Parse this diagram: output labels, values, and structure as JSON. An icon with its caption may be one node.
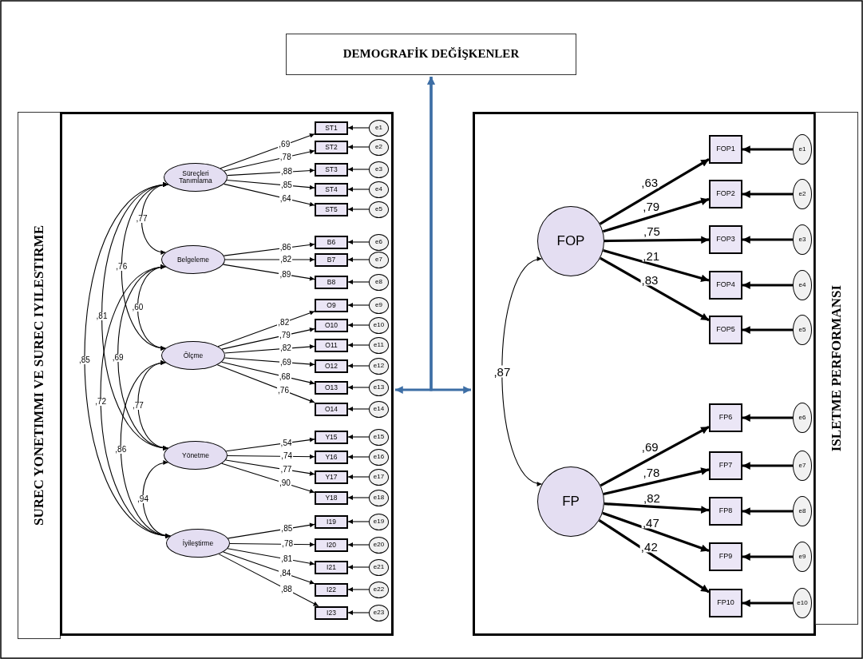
{
  "diagram": {
    "nodes": [
      {
        "text": [
          "DEMOGRAFİK DEĞİŞKENLER"
        ]
      },
      {
        "text": [
          "SUREC YONETIMMI VE SUREC IYILESTIRME"
        ]
      },
      {
        "text": [],
        "shape": "box"
      },
      {
        "text": [
          "Süreçleri Tanımlama"
        ],
        "in": 2
      },
      {
        "text": [
          "Belgeleme"
        ],
        "in": 2
      },
      {
        "text": [
          "Ölçme"
        ],
        "in": 2
      },
      {
        "text": [
          "Yönetme"
        ],
        "in": 2
      },
      {
        "text": [
          "İyileştirme"
        ],
        "in": 2
      },
      {
        "text": [
          "ST1"
        ],
        "in": 2
      },
      {
        "text": [
          "ST2"
        ],
        "in": 2
      },
      {
        "text": [
          "ST3"
        ],
        "in": 2
      },
      {
        "text": [
          "ST4"
        ],
        "in": 2
      },
      {
        "text": [
          "ST5"
        ],
        "in": 2
      },
      {
        "text": [
          "B6"
        ],
        "in": 2
      },
      {
        "text": [
          "B7"
        ],
        "in": 2
      },
      {
        "text": [
          "B8"
        ],
        "in": 2
      },
      {
        "text": [
          "O9"
        ],
        "in": 2
      },
      {
        "text": [
          "O10"
        ],
        "in": 2
      },
      {
        "text": [
          "O11"
        ],
        "in": 2
      },
      {
        "text": [
          "O12"
        ],
        "in": 2
      },
      {
        "text": [
          "O13"
        ],
        "in": 2
      },
      {
        "text": [
          "O14"
        ],
        "in": 2
      },
      {
        "text": [
          "Y15"
        ],
        "in": 2
      },
      {
        "text": [
          "Y16"
        ],
        "in": 2
      },
      {
        "text": [
          "Y17"
        ],
        "in": 2
      },
      {
        "text": [
          "Y18"
        ],
        "in": 2
      },
      {
        "text": [
          "I19"
        ],
        "in": 2
      },
      {
        "text": [
          "I20"
        ],
        "in": 2
      },
      {
        "text": [
          "I21"
        ],
        "in": 2
      },
      {
        "text": [
          "I22"
        ],
        "in": 2
      },
      {
        "text": [
          "I23"
        ],
        "in": 2
      },
      {
        "text": [
          "e1"
        ],
        "in": 2
      },
      {
        "text": [
          "e2"
        ],
        "in": 2
      },
      {
        "text": [
          "e3"
        ],
        "in": 2
      },
      {
        "text": [
          "e4"
        ],
        "in": 2
      },
      {
        "text": [
          "e5"
        ],
        "in": 2
      },
      {
        "text": [
          "e6"
        ],
        "in": 2
      },
      {
        "text": [
          "e7"
        ],
        "in": 2
      },
      {
        "text": [
          "e8"
        ],
        "in": 2
      },
      {
        "text": [
          "e9"
        ],
        "in": 2
      },
      {
        "text": [
          "e10"
        ],
        "in": 2
      },
      {
        "text": [
          "e11"
        ],
        "in": 2
      },
      {
        "text": [
          "e12"
        ],
        "in": 2
      },
      {
        "text": [
          "e13"
        ],
        "in": 2
      },
      {
        "text": [
          "e14"
        ],
        "in": 2
      },
      {
        "text": [
          "e15"
        ],
        "in": 2
      },
      {
        "text": [
          "e16"
        ],
        "in": 2
      },
      {
        "text": [
          "e17"
        ],
        "in": 2
      },
      {
        "text": [
          "e18"
        ],
        "in": 2
      },
      {
        "text": [
          "e19"
        ],
        "in": 2
      },
      {
        "text": [
          "e20"
        ],
        "in": 2
      },
      {
        "text": [
          "e21"
        ],
        "in": 2
      },
      {
        "text": [
          "e22"
        ],
        "in": 2
      },
      {
        "text": [
          "e23"
        ],
        "in": 2
      },
      {
        "text": [],
        "shape": "box"
      },
      {
        "text": [
          "ISLETME PERFORMANSI"
        ]
      },
      {
        "text": [
          "FOP"
        ],
        "in": 54
      },
      {
        "text": [
          "FP"
        ],
        "in": 54
      },
      {
        "text": [
          "FOP1"
        ],
        "in": 54
      },
      {
        "text": [
          "FOP2"
        ],
        "in": 54
      },
      {
        "text": [
          "FOP3"
        ],
        "in": 54
      },
      {
        "text": [
          "FOP4"
        ],
        "in": 54
      },
      {
        "text": [
          "FOP5"
        ],
        "in": 54
      },
      {
        "text": [
          "FP6"
        ],
        "in": 54
      },
      {
        "text": [
          "FP7"
        ],
        "in": 54
      },
      {
        "text": [
          "FP8"
        ],
        "in": 54
      },
      {
        "text": [
          "FP9"
        ],
        "in": 54
      },
      {
        "text": [
          "FP10"
        ],
        "in": 54
      },
      {
        "text": [
          "e1"
        ],
        "in": 54
      },
      {
        "text": [
          "e2"
        ],
        "in": 54
      },
      {
        "text": [
          "e3"
        ],
        "in": 54
      },
      {
        "text": [
          "e4"
        ],
        "in": 54
      },
      {
        "text": [
          "e5"
        ],
        "in": 54
      },
      {
        "text": [
          "e6"
        ],
        "in": 54
      },
      {
        "text": [
          "e7"
        ],
        "in": 54
      },
      {
        "text": [
          "e8"
        ],
        "in": 54
      },
      {
        "text": [
          "e9"
        ],
        "in": 54
      },
      {
        "text": [
          "e10"
        ],
        "in": 54
      }
    ],
    "edges": [
      {
        "from": 3,
        "to": 8,
        "arrow": "to",
        "label": ",69"
      },
      {
        "from": 3,
        "to": 9,
        "arrow": "to",
        "label": ",78"
      },
      {
        "from": 3,
        "to": 10,
        "arrow": "to",
        "label": ",88"
      },
      {
        "from": 3,
        "to": 11,
        "arrow": "to",
        "label": ",85"
      },
      {
        "from": 3,
        "to": 12,
        "arrow": "to",
        "label": ",64"
      },
      {
        "from": 4,
        "to": 13,
        "arrow": "to",
        "label": ",86"
      },
      {
        "from": 4,
        "to": 14,
        "arrow": "to",
        "label": ",82"
      },
      {
        "from": 4,
        "to": 15,
        "arrow": "to",
        "label": ",89"
      },
      {
        "from": 5,
        "to": 16,
        "arrow": "to",
        "label": ",82"
      },
      {
        "from": 5,
        "to": 17,
        "arrow": "to",
        "label": ",79"
      },
      {
        "from": 5,
        "to": 18,
        "arrow": "to",
        "label": ",82"
      },
      {
        "from": 5,
        "to": 19,
        "arrow": "to",
        "label": ",69"
      },
      {
        "from": 5,
        "to": 20,
        "arrow": "to",
        "label": ",68"
      },
      {
        "from": 5,
        "to": 21,
        "arrow": "to",
        "label": ",76"
      },
      {
        "from": 6,
        "to": 22,
        "arrow": "to",
        "label": ",54"
      },
      {
        "from": 6,
        "to": 23,
        "arrow": "to",
        "label": ",74"
      },
      {
        "from": 6,
        "to": 24,
        "arrow": "to",
        "label": ",77"
      },
      {
        "from": 6,
        "to": 25,
        "arrow": "to",
        "label": ",90"
      },
      {
        "from": 7,
        "to": 26,
        "arrow": "to",
        "label": ",85"
      },
      {
        "from": 7,
        "to": 27,
        "arrow": "to",
        "label": ",78"
      },
      {
        "from": 7,
        "to": 28,
        "arrow": "to",
        "label": ",81"
      },
      {
        "from": 7,
        "to": 29,
        "arrow": "to",
        "label": ",84"
      },
      {
        "from": 7,
        "to": 30,
        "arrow": "to",
        "label": ",88"
      },
      {
        "from": 31,
        "to": 8,
        "arrow": "to"
      },
      {
        "from": 32,
        "to": 9,
        "arrow": "to"
      },
      {
        "from": 33,
        "to": 10,
        "arrow": "to"
      },
      {
        "from": 34,
        "to": 11,
        "arrow": "to"
      },
      {
        "from": 35,
        "to": 12,
        "arrow": "to"
      },
      {
        "from": 36,
        "to": 13,
        "arrow": "to"
      },
      {
        "from": 37,
        "to": 14,
        "arrow": "to"
      },
      {
        "from": 38,
        "to": 15,
        "arrow": "to"
      },
      {
        "from": 39,
        "to": 16,
        "arrow": "to"
      },
      {
        "from": 40,
        "to": 17,
        "arrow": "to"
      },
      {
        "from": 41,
        "to": 18,
        "arrow": "to"
      },
      {
        "from": 42,
        "to": 19,
        "arrow": "to"
      },
      {
        "from": 43,
        "to": 20,
        "arrow": "to"
      },
      {
        "from": 44,
        "to": 21,
        "arrow": "to"
      },
      {
        "from": 45,
        "to": 22,
        "arrow": "to"
      },
      {
        "from": 46,
        "to": 23,
        "arrow": "to"
      },
      {
        "from": 47,
        "to": 24,
        "arrow": "to"
      },
      {
        "from": 48,
        "to": 25,
        "arrow": "to"
      },
      {
        "from": 49,
        "to": 26,
        "arrow": "to"
      },
      {
        "from": 50,
        "to": 27,
        "arrow": "to"
      },
      {
        "from": 51,
        "to": 28,
        "arrow": "to"
      },
      {
        "from": 52,
        "to": 29,
        "arrow": "to"
      },
      {
        "from": 53,
        "to": 30,
        "arrow": "to"
      },
      {
        "from": 3,
        "to": 4,
        "arrow": "both",
        "label": ",77"
      },
      {
        "from": 3,
        "to": 5,
        "arrow": "both",
        "label": ",76"
      },
      {
        "from": 4,
        "to": 5,
        "arrow": "both",
        "label": ",60"
      },
      {
        "from": 3,
        "to": 6,
        "arrow": "both",
        "label": ",81"
      },
      {
        "from": 4,
        "to": 6,
        "arrow": "both",
        "label": ",69"
      },
      {
        "from": 3,
        "to": 7,
        "arrow": "both",
        "label": ",85"
      },
      {
        "from": 4,
        "to": 7,
        "arrow": "both",
        "label": ",72"
      },
      {
        "from": 5,
        "to": 6,
        "arrow": "both",
        "label": ",77"
      },
      {
        "from": 5,
        "to": 7,
        "arrow": "both",
        "label": ",86"
      },
      {
        "from": 6,
        "to": 7,
        "arrow": "both",
        "label": ",94"
      },
      {
        "from": 56,
        "to": 58,
        "arrow": "to",
        "label": ",63",
        "style": "thick"
      },
      {
        "from": 56,
        "to": 59,
        "arrow": "to",
        "label": ",79",
        "style": "thick"
      },
      {
        "from": 56,
        "to": 60,
        "arrow": "to",
        "label": ",75",
        "style": "thick"
      },
      {
        "from": 56,
        "to": 61,
        "arrow": "to",
        "label": ",21",
        "style": "thick"
      },
      {
        "from": 56,
        "to": 62,
        "arrow": "to",
        "label": ",83",
        "style": "thick"
      },
      {
        "from": 57,
        "to": 63,
        "arrow": "to",
        "label": ",69",
        "style": "thick"
      },
      {
        "from": 57,
        "to": 64,
        "arrow": "to",
        "label": ",78",
        "style": "thick"
      },
      {
        "from": 57,
        "to": 65,
        "arrow": "to",
        "label": ",82",
        "style": "thick"
      },
      {
        "from": 57,
        "to": 66,
        "arrow": "to",
        "label": ",47",
        "style": "thick"
      },
      {
        "from": 57,
        "to": 67,
        "arrow": "to",
        "label": ",42",
        "style": "thick"
      },
      {
        "from": 68,
        "to": 58,
        "arrow": "to",
        "style": "thick"
      },
      {
        "from": 69,
        "to": 59,
        "arrow": "to",
        "style": "thick"
      },
      {
        "from": 70,
        "to": 60,
        "arrow": "to",
        "style": "thick"
      },
      {
        "from": 71,
        "to": 61,
        "arrow": "to",
        "style": "thick"
      },
      {
        "from": 72,
        "to": 62,
        "arrow": "to",
        "style": "thick"
      },
      {
        "from": 73,
        "to": 63,
        "arrow": "to",
        "style": "thick"
      },
      {
        "from": 74,
        "to": 64,
        "arrow": "to",
        "style": "thick"
      },
      {
        "from": 75,
        "to": 65,
        "arrow": "to",
        "style": "thick"
      },
      {
        "from": 76,
        "to": 66,
        "arrow": "to",
        "style": "thick"
      },
      {
        "from": 77,
        "to": 67,
        "arrow": "to",
        "style": "thick"
      },
      {
        "from": 56,
        "to": 57,
        "arrow": "both",
        "label": ",87"
      },
      {
        "from": 0,
        "to": 2,
        "arrow": "both",
        "style": "thick",
        "color": "#3d6ea5"
      },
      {
        "from": 0,
        "to": 54,
        "arrow": "both",
        "style": "thick",
        "color": "#3d6ea5"
      }
    ]
  }
}
